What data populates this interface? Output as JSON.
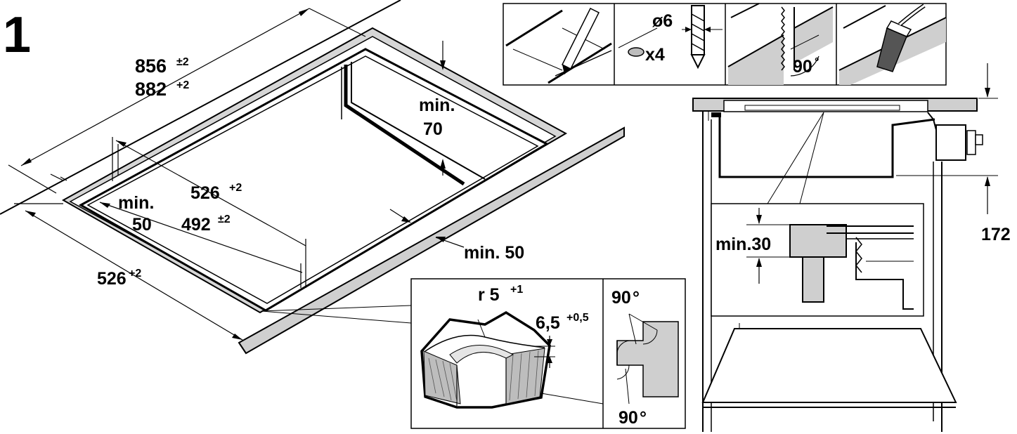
{
  "step_number": "1",
  "cutout": {
    "dim_len_a": "856",
    "dim_len_a_tol": "±2",
    "dim_len_b": "882",
    "dim_len_b_tol": "+2",
    "dim_depth_a": "526",
    "dim_depth_a_tol": "+2",
    "dim_depth_b": "492",
    "dim_depth_b_tol": "±2",
    "dim_width": "526",
    "dim_width_tol": "+2",
    "min_back_label": "min.",
    "min_back_value": "70",
    "min_left_label": "min.",
    "min_left_value": "50",
    "min_front": "min. 50"
  },
  "corner_detail": {
    "radius": "r 5",
    "radius_tol": "+1",
    "edge": "6,5",
    "edge_tol": "+0,5",
    "angle_top": "90",
    "angle_bottom": "90",
    "degree": "°"
  },
  "tool_steps": {
    "drill_diameter": "ø6",
    "drill_count": "x4",
    "saw_angle": "90",
    "degree": "°"
  },
  "side_section": {
    "height": "172",
    "min_gap": "min.30"
  },
  "colors": {
    "line": "#000000",
    "grey_fill": "#cfcfcf",
    "background": "#ffffff"
  }
}
